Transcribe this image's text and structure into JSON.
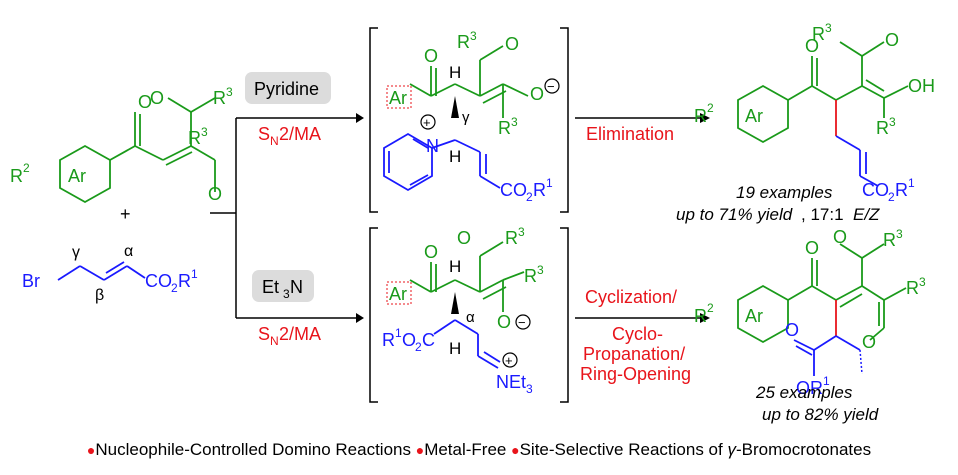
{
  "colors": {
    "green": "#1a9a1a",
    "blue": "#1a1aff",
    "red": "#e8141b",
    "black": "#000000",
    "box": "#dcdcdc"
  },
  "reagents": {
    "top": "Pyridine",
    "bottom_base": "Et",
    "bottom_sub": "3",
    "bottom_tail": "N"
  },
  "mechanism": {
    "sn2_top": "S",
    "sn2_sub": "N",
    "sn2_tail": "2/MA"
  },
  "steps": {
    "elimination": "Elimination",
    "cyc1": "Cyclization/",
    "cyc2": "Cyclo-",
    "cyc3": "Propanation/",
    "cyc4": "Ring-Opening"
  },
  "results": {
    "top1": "19 examples",
    "top2a": "up to 71% yield",
    "top2b": ", 17:1 ",
    "top2c": "E/Z",
    "bot1": "25 examples",
    "bot2": "up to 82% yield"
  },
  "labels": {
    "ar": "Ar",
    "r1": "R",
    "r2": "R",
    "r3": "R",
    "sup1": "1",
    "sup2": "2",
    "sup3": "3",
    "o": "O",
    "oh": "OH",
    "h": "H",
    "n": "N",
    "br": "Br",
    "co2": "CO",
    "co2sub": "2",
    "gamma": "γ",
    "alpha": "α",
    "beta": "β",
    "plus": "+",
    "plus_charge": "+",
    "minus_charge": "−",
    "net": "NEt",
    "net_sub": "3",
    "or1": "OR",
    "r1o2c": "R",
    "o2c": "O",
    "o2c_c": "C"
  },
  "footer": {
    "item1": "Nucleophile-Controlled Domino Reactions",
    "item2": "Metal-Free",
    "item3": "Site-Selective Reactions of ",
    "item3_greek": "γ",
    "item3_tail": "-Bromocrotonates"
  }
}
